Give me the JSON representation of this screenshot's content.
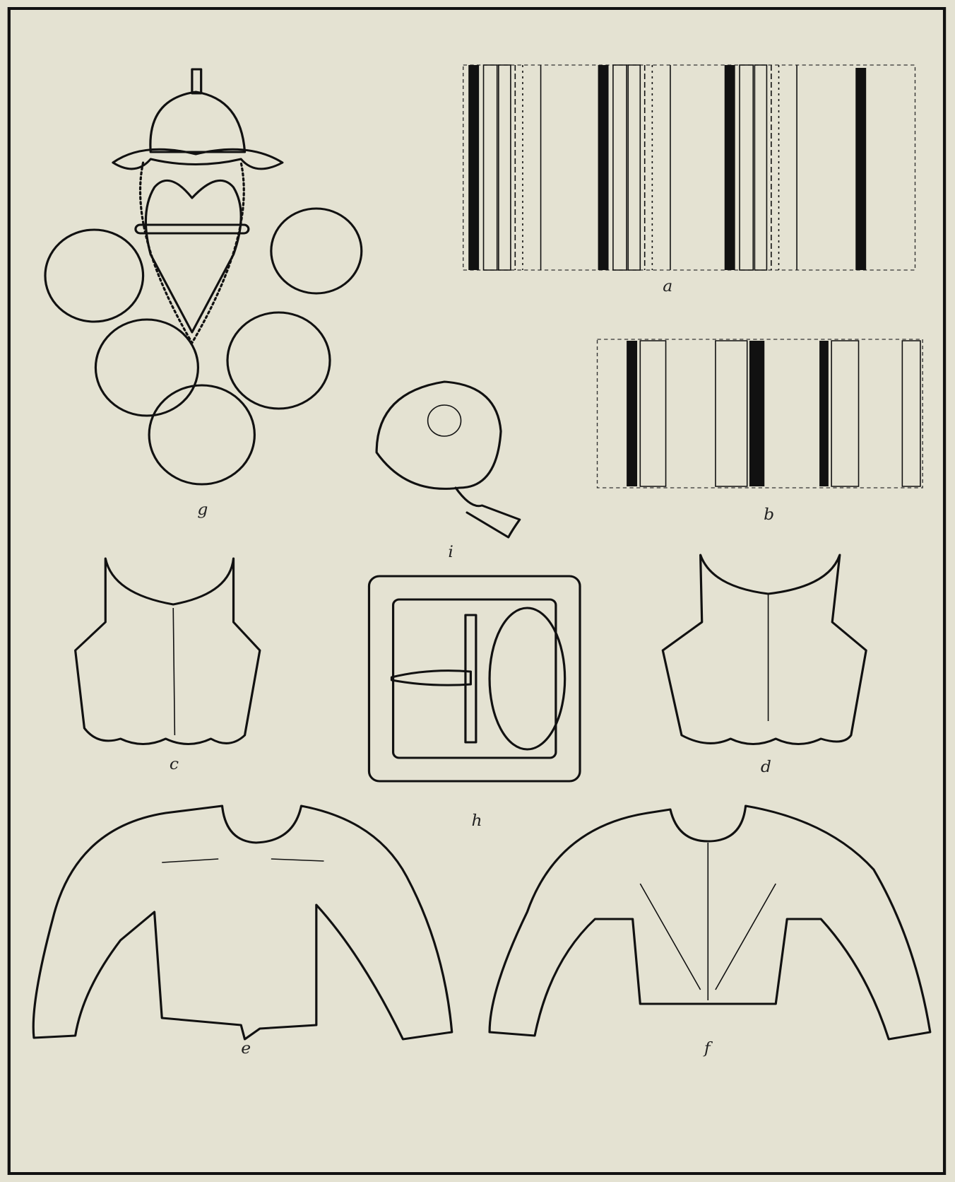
{
  "plate": {
    "background_color": "#e4e2d2",
    "ink_color": "#111111",
    "figures": [
      {
        "id": "a",
        "label": "a",
        "subject": "woven-band-wide"
      },
      {
        "id": "b",
        "label": "b",
        "subject": "woven-band-narrow"
      },
      {
        "id": "c",
        "label": "c",
        "subject": "bodice-front"
      },
      {
        "id": "d",
        "label": "d",
        "subject": "bodice-back"
      },
      {
        "id": "e",
        "label": "e",
        "subject": "jacket-front"
      },
      {
        "id": "f",
        "label": "f",
        "subject": "jacket-back"
      },
      {
        "id": "g",
        "label": "g",
        "subject": "crowned-heart-brooch"
      },
      {
        "id": "h",
        "label": "h",
        "subject": "shoe-buckle"
      },
      {
        "id": "i",
        "label": "i",
        "subject": "embroidered-cap"
      }
    ]
  }
}
